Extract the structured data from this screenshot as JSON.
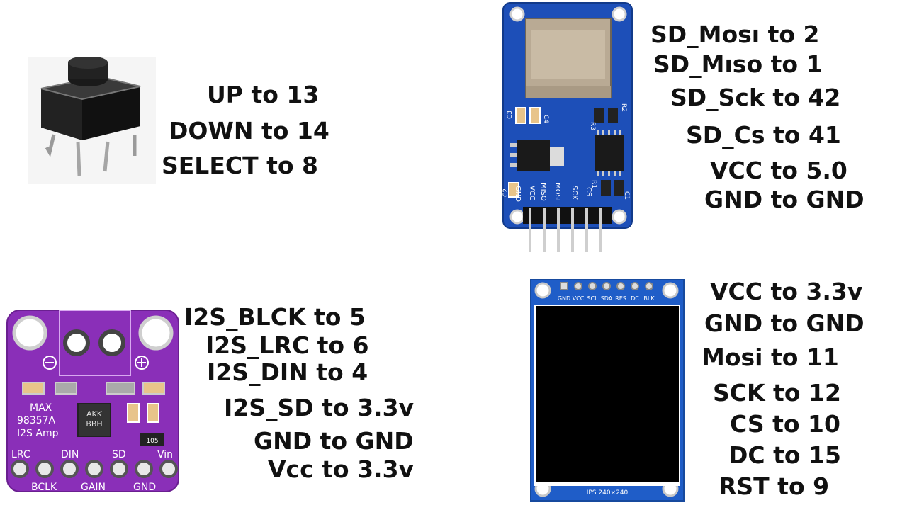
{
  "button": {
    "labels": [
      "UP to 13",
      "DOWN to 14",
      "SELECT to 8"
    ]
  },
  "sd_module": {
    "labels": [
      "SD_Mosı to 2",
      "SD_Mıso to 1",
      "SD_Sck to 42",
      "SD_Cs to 41",
      "VCC to 5.0",
      "GND to GND"
    ],
    "pins": [
      "GND",
      "VCC",
      "MISO",
      "MOSI",
      "SCK",
      "CS"
    ],
    "silk": [
      "C3",
      "C4",
      "R3",
      "R2",
      "R1",
      "C2",
      "C1"
    ],
    "color": "#1d4fb8"
  },
  "amp": {
    "labels": [
      "I2S_BLCK to 5",
      "I2S_LRC to 6",
      "I2S_DIN to 4",
      "I2S_SD to 3.3v",
      "GND to GND",
      "Vcc to 3.3v"
    ],
    "silk": {
      "chip1": "MAX",
      "chip2": "98357A",
      "chip3": "I2S Amp",
      "ic1": "AKK",
      "ic2": "BBH",
      "res": "105"
    },
    "top_pins": [
      "LRC",
      "DIN",
      "SD",
      "Vin"
    ],
    "bottom_pins": [
      "BCLK",
      "GAIN",
      "GND"
    ],
    "color": "#8a2fb8"
  },
  "tft": {
    "labels": [
      "VCC to 3.3v",
      "GND to GND",
      "Mosi to 11",
      "SCK to 12",
      "CS to 10",
      "DC to 15",
      "RST to 9"
    ],
    "pins": [
      "GND",
      "VCC",
      "SCL",
      "SDA",
      "RES",
      "DC",
      "BLK"
    ],
    "model": "IPS 240×240",
    "color": "#1f5dc8"
  }
}
